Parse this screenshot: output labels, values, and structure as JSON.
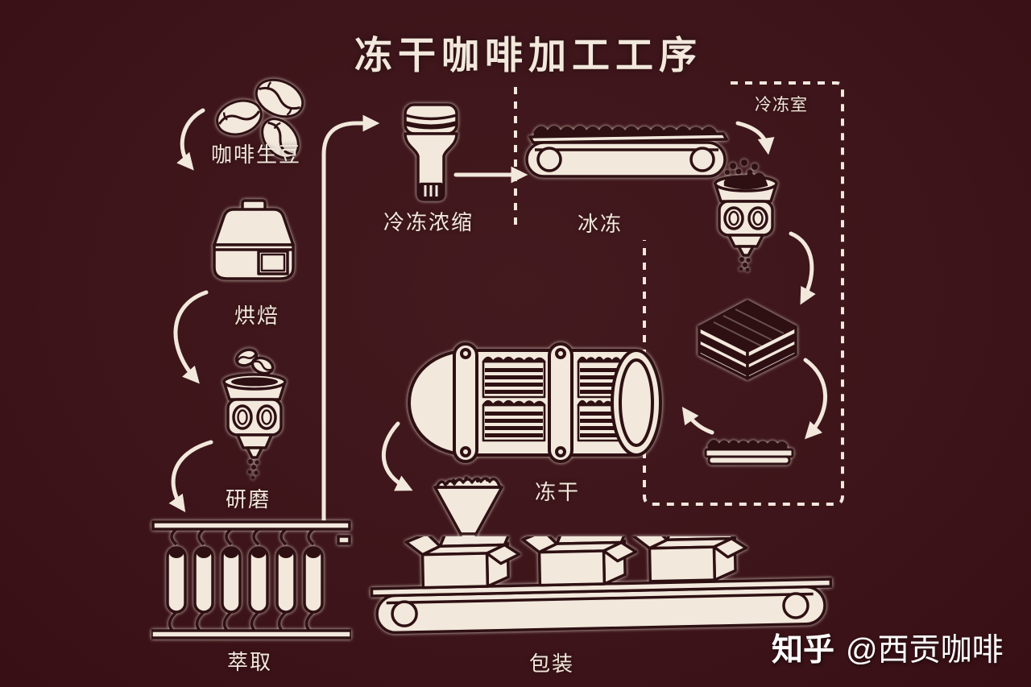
{
  "colors": {
    "background": "#3D151A",
    "artwork_cream": "#F2E8DC",
    "artwork_line": "#2E1013",
    "watermark_white": "#FFFFFF"
  },
  "title": "冻干咖啡加工工序",
  "steps": [
    {
      "id": "green-beans",
      "label": "咖啡生豆"
    },
    {
      "id": "roasting",
      "label": "烘焙"
    },
    {
      "id": "grinding",
      "label": "研磨"
    },
    {
      "id": "extraction",
      "label": "萃取"
    },
    {
      "id": "freeze-concentration",
      "label": "冷冻浓缩"
    },
    {
      "id": "freezing",
      "label": "冰冻"
    },
    {
      "id": "freezing-room",
      "label": "冷冻室"
    },
    {
      "id": "freeze-drying",
      "label": "冻干"
    },
    {
      "id": "packaging",
      "label": "包装"
    }
  ],
  "watermark": {
    "site": "知乎",
    "author": "@西贡咖啡"
  }
}
